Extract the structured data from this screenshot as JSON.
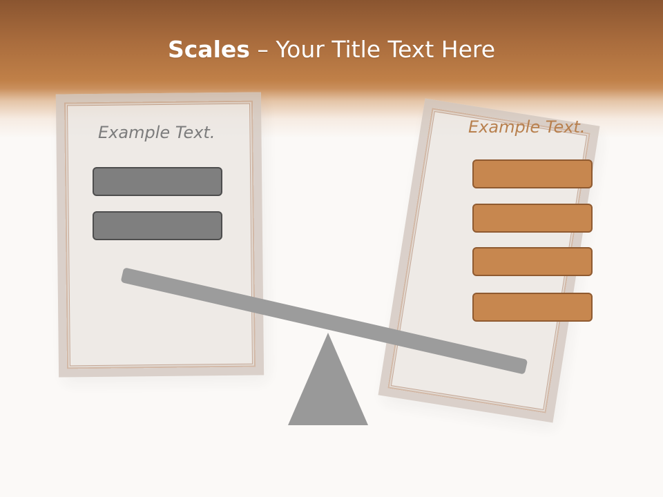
{
  "slide": {
    "title_bold": "Scales",
    "title_rest": " – Your Title Text Here",
    "left_panel": {
      "text": "Example Text.",
      "bar_count": 2
    },
    "right_panel": {
      "text": "Example Text.",
      "bar_count": 4
    }
  },
  "colors": {
    "header": "#c08048",
    "gray_bar": "#7f7f7f",
    "orange_bar": "#c7874f",
    "beam": "#9c9c9c",
    "fulcrum": "#999999",
    "right_text": "#b8804e",
    "left_text": "#7c7c7c"
  }
}
